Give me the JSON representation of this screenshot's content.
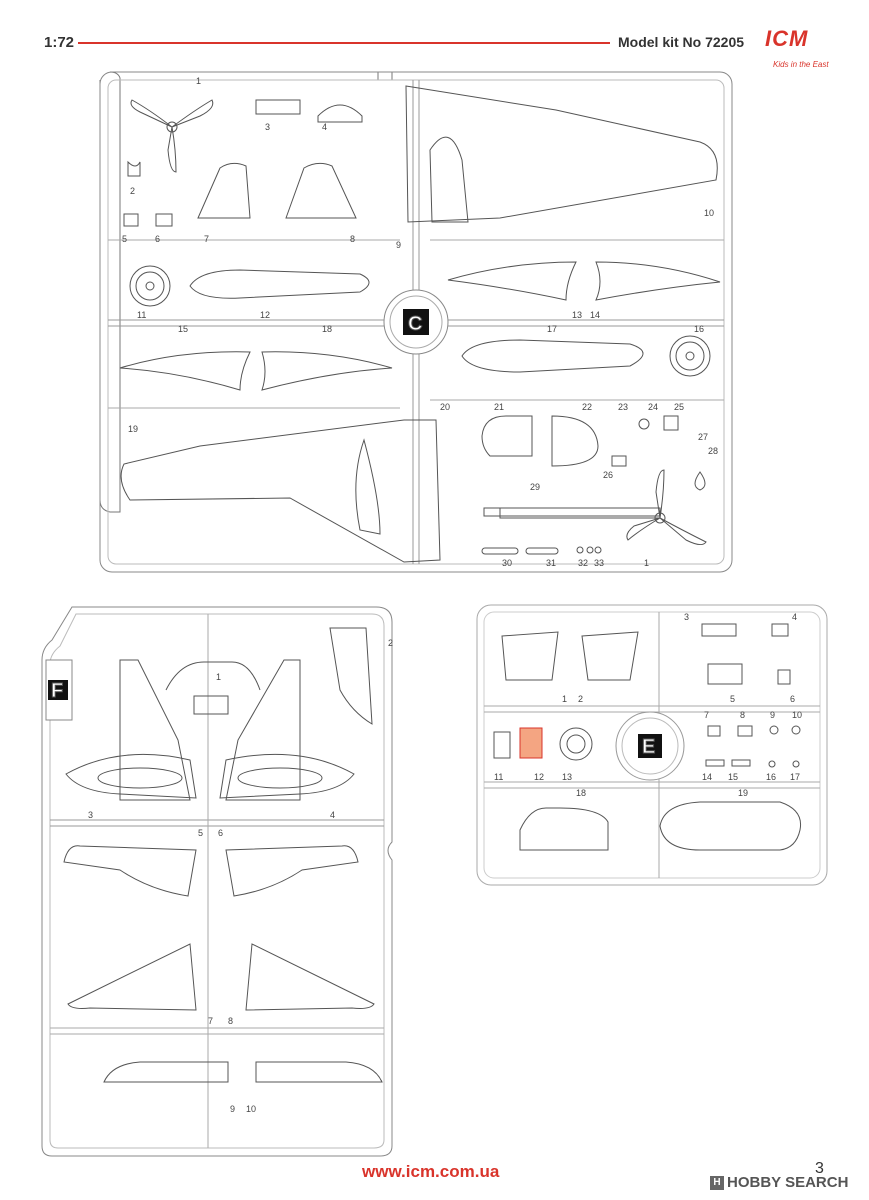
{
  "header": {
    "scale": "1:72",
    "kit_label": "Model kit No 72205",
    "brand": "ICM",
    "brand_tagline": "Kids in the East"
  },
  "sprues": {
    "C": {
      "letter": "C",
      "parts": [
        "1",
        "2",
        "3",
        "4",
        "5",
        "6",
        "7",
        "8",
        "9",
        "10",
        "11",
        "12",
        "13",
        "14",
        "15",
        "16",
        "17",
        "18",
        "19",
        "20",
        "21",
        "22",
        "23",
        "24",
        "25",
        "26",
        "27",
        "28",
        "29",
        "30",
        "31",
        "32",
        "33"
      ]
    },
    "F": {
      "letter": "F",
      "parts": [
        "1",
        "2",
        "3",
        "4",
        "5",
        "6",
        "7",
        "8",
        "9",
        "10"
      ]
    },
    "E": {
      "letter": "E",
      "parts": [
        "1",
        "2",
        "3",
        "4",
        "5",
        "6",
        "7",
        "8",
        "9",
        "10",
        "11",
        "12",
        "13",
        "14",
        "15",
        "16",
        "17",
        "18",
        "19"
      ]
    }
  },
  "footer": {
    "url": "www.icm.com.ua",
    "page_number": "3",
    "watermark": "HOBBY SEARCH"
  },
  "colors": {
    "accent": "#d9342b",
    "line": "#555555",
    "highlight_part": "#e8795a"
  }
}
